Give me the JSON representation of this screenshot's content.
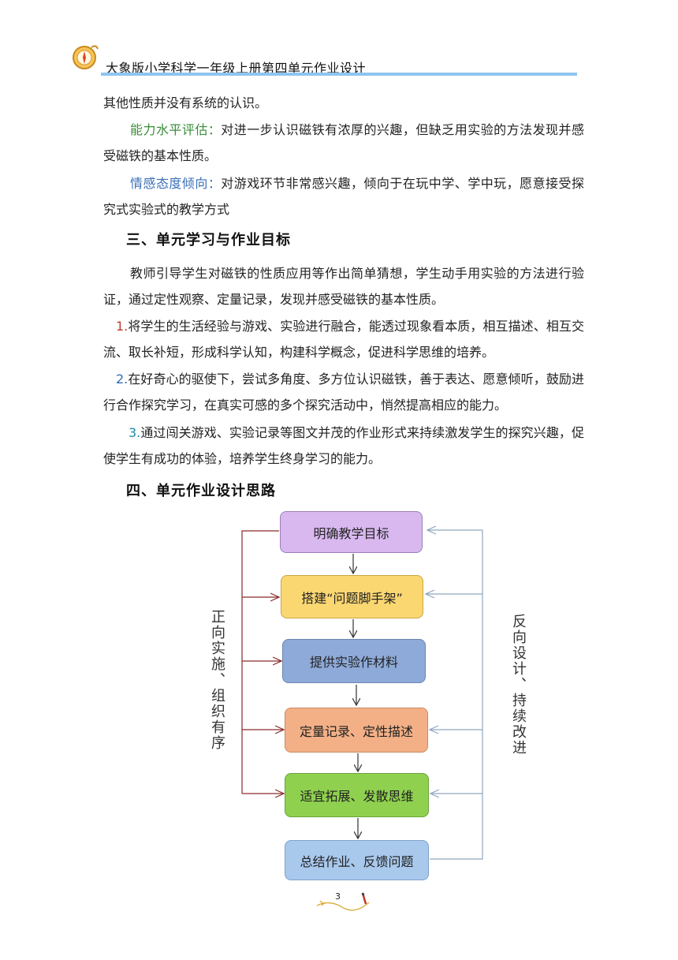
{
  "header": {
    "title": "大象版小学科学一年级上册第四单元作业设计"
  },
  "section2": {
    "line1": "其他性质并没有系统的认识。",
    "ability_label": "能力水平评估：",
    "ability_text": "对进一步认识磁铁有浓厚的兴趣，但缺乏用实验的方法发现并感受磁铁的基本性质。",
    "emotion_label": "情感态度倾向：",
    "emotion_text": "对游戏环节非常感兴趣，倾向于在玩中学、学中玩，愿意接受探究式实验式的教学方式"
  },
  "section3": {
    "heading": "三、单元学习与作业目标",
    "intro": "教师引导学生对磁铁的性质应用等作出简单猜想，学生动手用实验的方法进行验证，通过定性观察、定量记录，发现并感受磁铁的基本性质。",
    "items": [
      {
        "num": "1.",
        "text": "将学生的生活经验与游戏、实验进行融合，能透过现象看本质，相互描述、相互交流、取长补短，形成科学认知，构建科学概念，促进科学思维的培养。"
      },
      {
        "num": "2.",
        "text": "在好奇心的驱使下，尝试多角度、多方位认识磁铁，善于表达、愿意倾听，鼓励进行合作探究学习，在真实可感的多个探究活动中，悄然提高相应的能力。"
      },
      {
        "num": "3.",
        "text": "通过闯关游戏、实验记录等图文并茂的作业形式来持续激发学生的探究兴趣，促使学生有成功的体验，培养学生终身学习的能力。"
      }
    ]
  },
  "section4": {
    "heading": "四、单元作业设计思路"
  },
  "flowchart": {
    "steps": [
      {
        "label": "明确教学目标",
        "color": "#d9b8f0"
      },
      {
        "label": "搭建“问题脚手架”",
        "color": "#fbd772"
      },
      {
        "label": "提供实验作材料",
        "color": "#8eaad9"
      },
      {
        "label": "定量记录、定性描述",
        "color": "#f3b087"
      },
      {
        "label": "适宜拓展、发散思维",
        "color": "#8fd14f"
      },
      {
        "label": "总结作业、反馈问题",
        "color": "#a8c8ec"
      }
    ],
    "left_label": "正向实施、组织有序",
    "right_label": "反向设计、持续改进",
    "left_line_color": "#8b2a2a",
    "right_line_color": "#8fa6bf"
  },
  "footer": {
    "page_number": "3"
  }
}
